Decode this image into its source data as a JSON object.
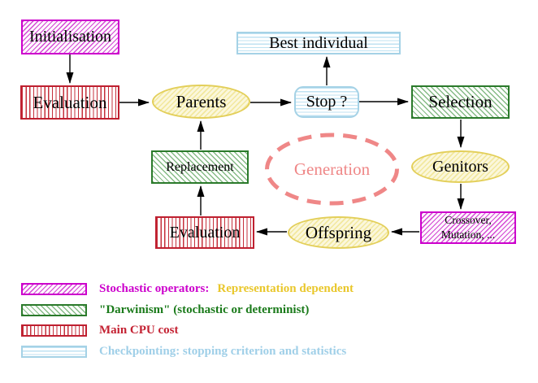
{
  "diagram": {
    "nodes": {
      "initialisation": {
        "label": "Initialisation"
      },
      "evaluation_top": {
        "label": "Evaluation"
      },
      "best_individual": {
        "label": "Best individual"
      },
      "parents": {
        "label": "Parents"
      },
      "stop": {
        "label": "Stop ?"
      },
      "selection": {
        "label": "Selection"
      },
      "replacement": {
        "label": "Replacement"
      },
      "generation": {
        "label": "Generation"
      },
      "genitors": {
        "label": "Genitors"
      },
      "evaluation_bottom": {
        "label": "Evaluation"
      },
      "offspring": {
        "label": "Offspring"
      },
      "crossover_mutation": {
        "label_line1": "Crossover,",
        "label_line2": "Mutation, ..."
      }
    },
    "legend": [
      {
        "label": "Stochastic operators:",
        "label2": "Representation dependent"
      },
      {
        "label": "\"Darwinism\" (stochastic or determinist)"
      },
      {
        "label": "Main CPU cost"
      },
      {
        "label": "Checkpointing: stopping criterion and statistics"
      }
    ],
    "colors": {
      "stochastic_magenta": "#cc00cc",
      "cpu_red": "#c42233",
      "darwinism_green": "#1a7a1a",
      "checkpointing_blue": "#9fcfe8",
      "population_yellow": "#e3cf5a",
      "representation_gold": "#e9c72b",
      "generation_salmon": "#ef8787",
      "arrow_black": "#000000"
    }
  }
}
